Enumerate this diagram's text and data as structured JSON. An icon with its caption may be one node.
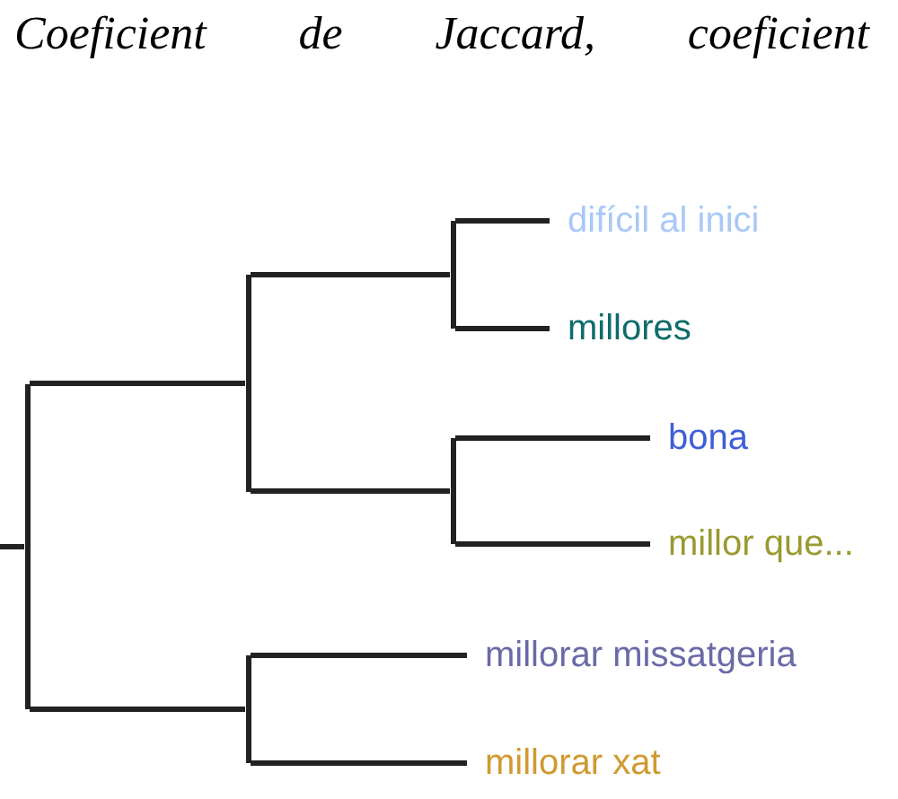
{
  "diagram": {
    "title": "Coeficient de Jaccard, coeficient",
    "nodes": [
      {
        "text": [],
        "shape": "bar"
      },
      {
        "text": [],
        "shape": "bar"
      },
      {
        "text": [],
        "shape": "bar"
      },
      {
        "text": [
          "difícil al inici"
        ]
      },
      {
        "text": [
          "millores"
        ]
      },
      {
        "text": [],
        "shape": "bar"
      },
      {
        "text": [
          "bona"
        ]
      },
      {
        "text": [
          "millor que..."
        ]
      },
      {
        "text": [],
        "shape": "bar"
      },
      {
        "text": [
          "millorar missatgeria"
        ]
      },
      {
        "text": [
          "millorar xat"
        ]
      }
    ],
    "edges": [
      {
        "from": null,
        "to": 0,
        "arrow": "none"
      },
      {
        "from": 0,
        "to": 1,
        "arrow": "none"
      },
      {
        "from": 1,
        "to": 2,
        "arrow": "none"
      },
      {
        "from": 2,
        "to": 3,
        "arrow": "none"
      },
      {
        "from": 2,
        "to": 4,
        "arrow": "none"
      },
      {
        "from": 1,
        "to": 5,
        "arrow": "none"
      },
      {
        "from": 5,
        "to": 6,
        "arrow": "none"
      },
      {
        "from": 5,
        "to": 7,
        "arrow": "none"
      },
      {
        "from": 0,
        "to": 8,
        "arrow": "none"
      },
      {
        "from": 8,
        "to": 9,
        "arrow": "none"
      },
      {
        "from": 8,
        "to": 10,
        "arrow": "none"
      }
    ]
  }
}
